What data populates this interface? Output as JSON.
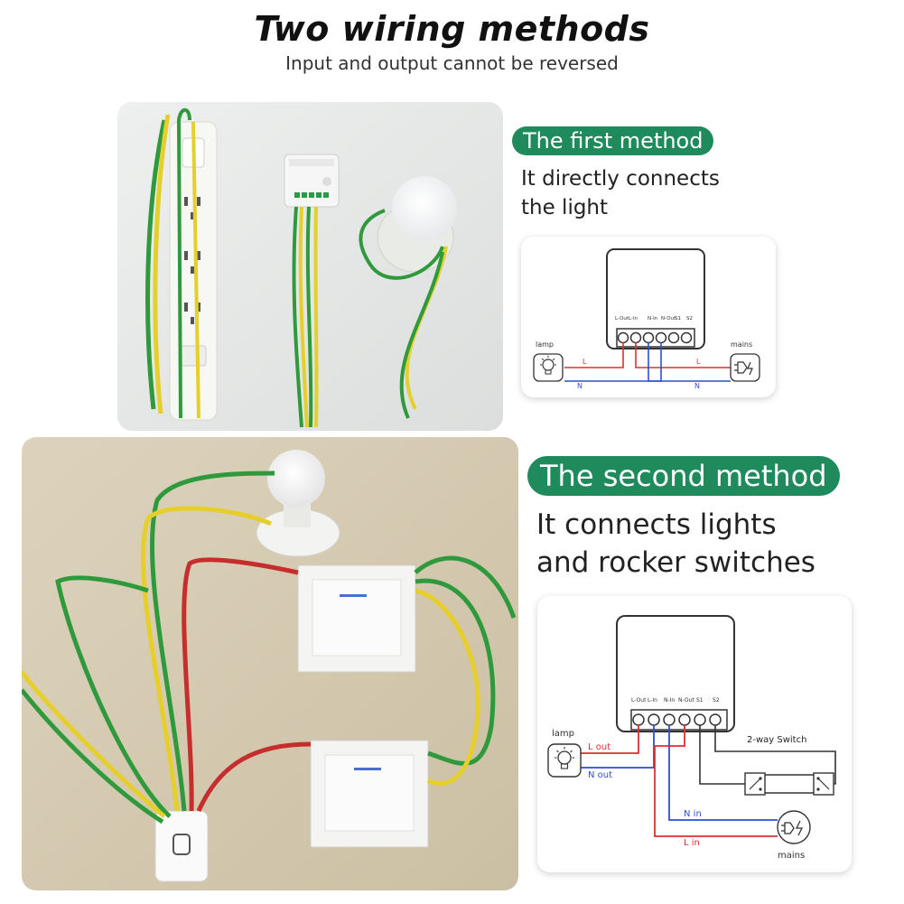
{
  "header": {
    "title": "Two wiring methods",
    "subtitle": "Input and output cannot be reversed"
  },
  "method1": {
    "badge": "The first method",
    "line1": "It directly connects",
    "line2": "the light",
    "diagram": {
      "terminals": [
        "L-Out",
        "L-In",
        "N-In",
        "N-Out",
        "S1",
        "S2"
      ],
      "lamp": "lamp",
      "mains": "mains",
      "l_left": "L",
      "n_left": "N",
      "l_right": "L",
      "n_right": "N"
    }
  },
  "method2": {
    "badge": "The second method",
    "line1": "It connects lights",
    "line2": "and rocker switches",
    "diagram": {
      "terminals": [
        "L-Out",
        "L-In",
        "N-In",
        "N-Out",
        "S1",
        "S2"
      ],
      "lamp": "lamp",
      "mains": "mains",
      "l_out": "L out",
      "n_out": "N out",
      "n_in": "N in",
      "l_in": "L in",
      "switch": "2-way Switch"
    }
  },
  "colors": {
    "accent_green": "#1f8a5b",
    "live_red": "#d83232",
    "neutral_blue": "#2f4fd0",
    "wire_green": "#2f9a3c",
    "wire_yellow": "#e6cf2a"
  },
  "icons": {
    "lamp": "lightbulb-icon",
    "mains": "plug-icon"
  }
}
